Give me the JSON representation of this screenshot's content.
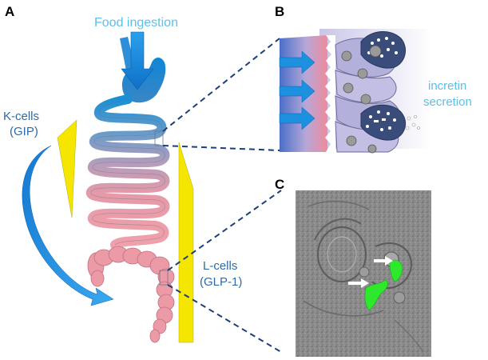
{
  "panels": {
    "a": {
      "letter": "A",
      "food_label": "Food ingestion",
      "kcells_line1": "K-cells",
      "kcells_line2": "(GIP)",
      "lcells_line1": "L-cells",
      "lcells_line2": "(GLP-1)"
    },
    "b": {
      "letter": "B",
      "incretin_line1": "incretin",
      "incretin_line2": "secretion"
    },
    "c": {
      "letter": "C"
    }
  },
  "colors": {
    "stomach_blue": "#1f8ed4",
    "intestine_pink": "#ec9aa6",
    "arrow_blue": "#1e90e0",
    "triangle_yellow": "#f5e600",
    "label_cyan": "#5cc0e8",
    "label_blue": "#2e6aa8",
    "fluorescent_green": "#2ee82e"
  }
}
